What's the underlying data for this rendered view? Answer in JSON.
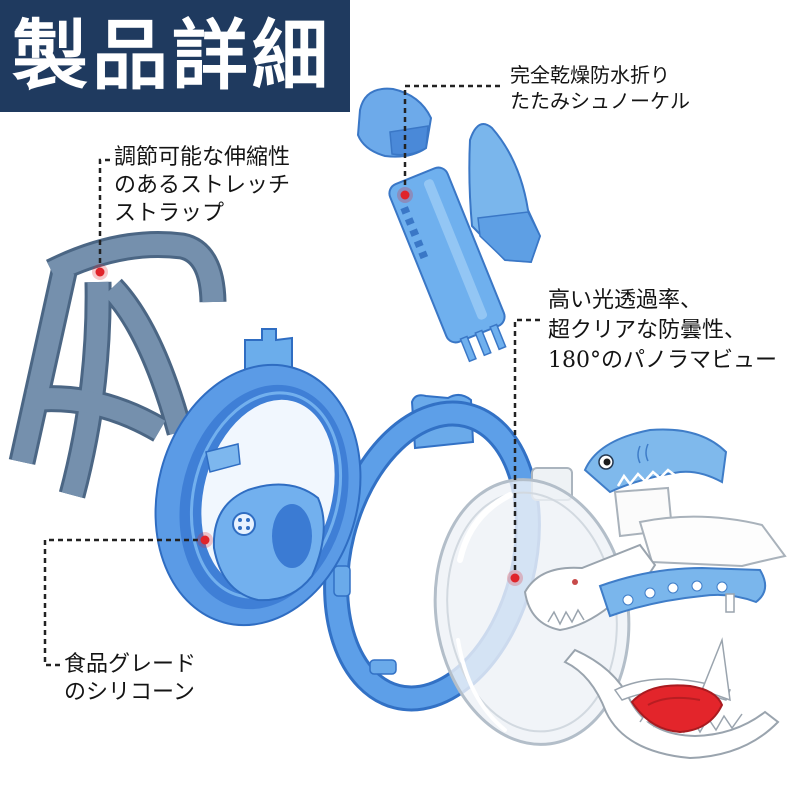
{
  "title": "製品詳細",
  "callouts": {
    "snorkel": {
      "lines": [
        "完全乾燥防水折り",
        "たたみシュノーケル"
      ]
    },
    "strap": {
      "lines": [
        "調節可能な伸縮性",
        "のあるストレッチ",
        "ストラップ"
      ]
    },
    "lens": {
      "lines": [
        "高い光透過率、",
        "超クリアな防曇性、",
        "180°のパノラマビュー"
      ]
    },
    "silicone": {
      "lines": [
        "食品グレード",
        "のシリコーン"
      ]
    }
  },
  "colors": {
    "title_background": "#1f3a5f",
    "title_text": "#ffffff",
    "marker": "#e0242a",
    "leader_line": "#222222",
    "callout_text": "#141414"
  }
}
